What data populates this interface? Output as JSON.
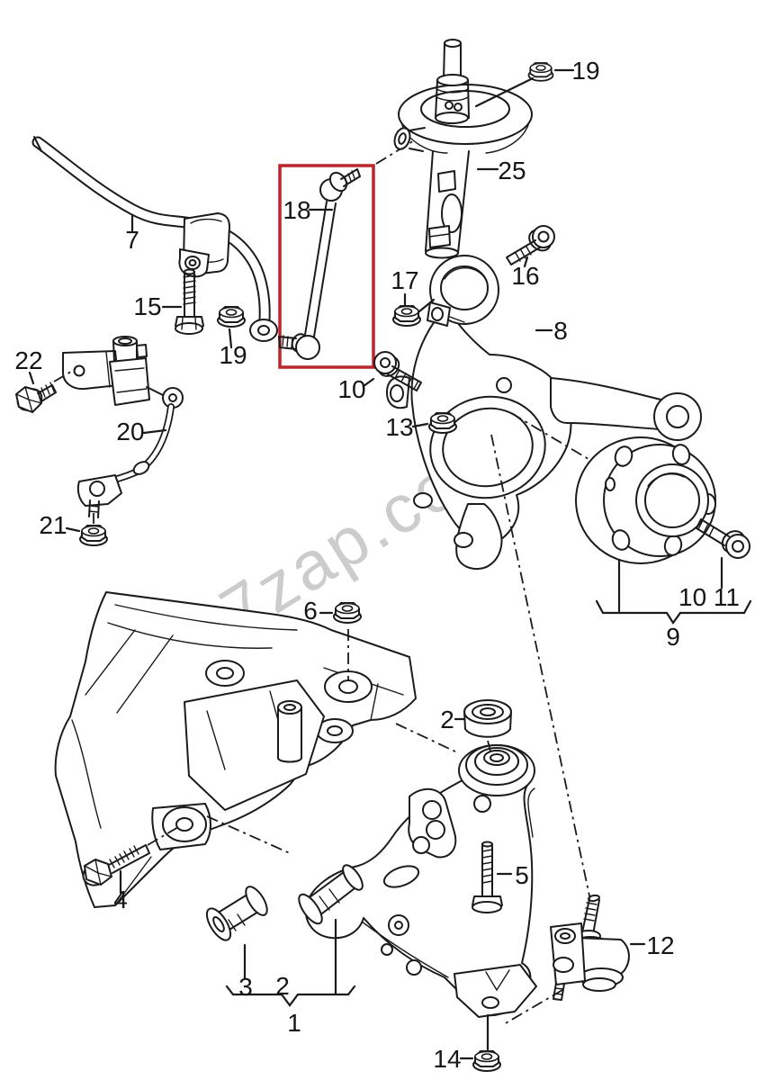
{
  "page": {
    "background": "#ffffff"
  },
  "watermark": {
    "text": "7zap.com",
    "color": "#cccccc"
  },
  "highlight_box": {
    "highlighted_part": "18",
    "color": "#c42128"
  },
  "callouts": {
    "c7": "7",
    "c15": "15",
    "c19_left": "19",
    "c18": "18",
    "c22": "22",
    "c20": "20",
    "c21": "21",
    "c19_top": "19",
    "c25": "25",
    "c16": "16",
    "c17": "17",
    "c8": "8",
    "c10": "10",
    "c13": "13",
    "c10_11": "10 11",
    "c9": "9",
    "c11": "11",
    "c6": "6",
    "c2_upper": "2",
    "c5": "5",
    "c4": "4",
    "c12": "12",
    "c3": "3",
    "c2_lower": "2",
    "c1": "1",
    "c14": "14"
  }
}
